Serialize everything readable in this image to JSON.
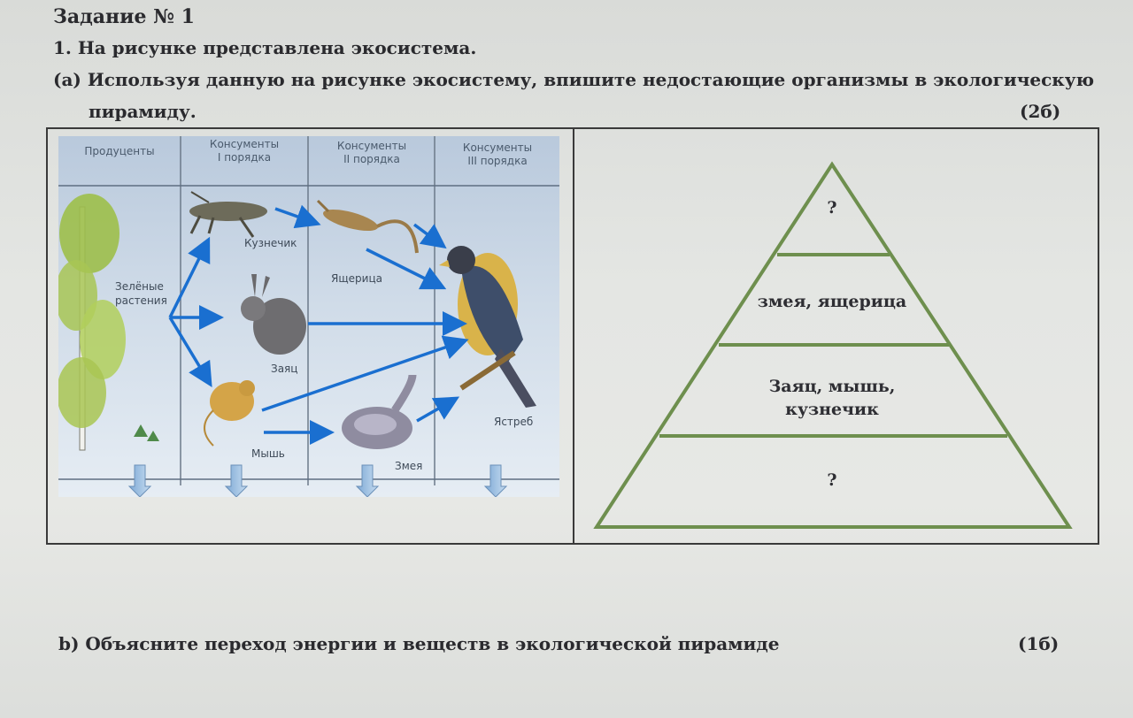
{
  "header": {
    "title": "Задание № 1",
    "question_1": "1. На рисунке представлена экосистема.",
    "question_a_line1": "(а) Используя данную на рисунке экосистему, впишите недостающие организмы в экологическую",
    "question_a_line2": "пирамиду.",
    "points_a": "(2б)"
  },
  "ecosystem": {
    "columns": [
      {
        "line1": "Продуценты",
        "line2": ""
      },
      {
        "line1": "Консументы",
        "line2": "I порядка"
      },
      {
        "line1": "Консументы",
        "line2": "II порядка"
      },
      {
        "line1": "Консументы",
        "line2": "III порядка"
      }
    ],
    "labels": {
      "plants_line1": "Зелёные",
      "plants_line2": "растения",
      "grasshopper": "Кузнечик",
      "lizard": "Ящерица",
      "hare": "Заяц",
      "mouse": "Мышь",
      "snake": "Змея",
      "hawk": "Ястреб"
    }
  },
  "pyramid": {
    "level_top": "?",
    "level_2": "змея, ящерица",
    "level_3_line1": "Заяц, мышь,",
    "level_3_line2": "кузнечик",
    "level_bottom": "?",
    "line_color": "#6e8f4e"
  },
  "footer": {
    "question_b": "b) Объясните переход энергии и веществ в экологической пирамиде",
    "points_b": "(1б)"
  }
}
